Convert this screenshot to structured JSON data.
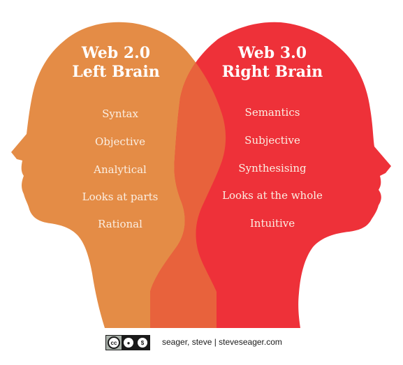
{
  "left_head": {
    "title_line1": "Web 2.0",
    "title_line2": "Left Brain",
    "color": "#e48c46",
    "traits": [
      "Syntax",
      "Objective",
      "Analytical",
      "Looks at parts",
      "Rational"
    ]
  },
  "right_head": {
    "title_line1": "Web 3.0",
    "title_line2": "Right Brain",
    "color": "#ee3139",
    "traits": [
      "Semantics",
      "Subjective",
      "Synthesising",
      "Looks at the whole",
      "Intuitive"
    ]
  },
  "overlap_color": "#e8623c",
  "footer": {
    "license_icon": "creative-commons-by-nc-icon",
    "credit": "seager, steve | steveseager.com"
  }
}
